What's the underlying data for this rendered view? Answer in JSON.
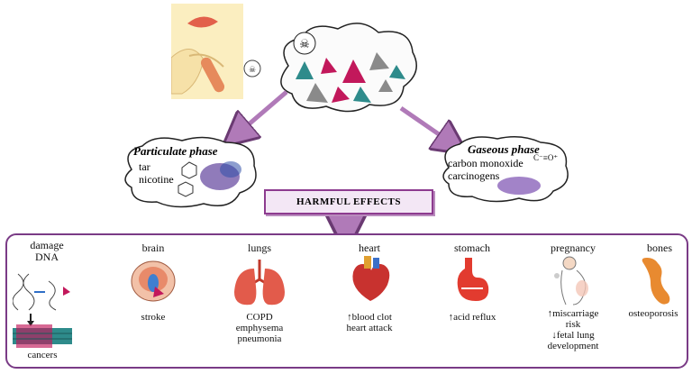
{
  "phases": {
    "particulate": {
      "title": "Particulate phase",
      "items": [
        "tar",
        "nicotine"
      ]
    },
    "gaseous": {
      "title": "Gaseous phase",
      "items": [
        "carbon monoxide",
        "carcinogens"
      ],
      "formula": "C⁻≡O⁺"
    }
  },
  "harmful_effects_label": "HARMFUL EFFECTS",
  "effects": [
    {
      "organ": "damage\nDNA",
      "caption": "cancers"
    },
    {
      "organ": "brain",
      "caption": "stroke"
    },
    {
      "organ": "lungs",
      "caption": "COPD\nemphysema\npneumonia"
    },
    {
      "organ": "heart",
      "caption": "↑blood clot\nheart attack"
    },
    {
      "organ": "stomach",
      "caption": "↑acid reflux"
    },
    {
      "organ": "pregnancy",
      "caption": "↑miscarriage\nrisk\n↓fetal lung\ndevelopment"
    },
    {
      "organ": "bones",
      "caption": "osteoporosis"
    }
  ],
  "colors": {
    "frame": "#7a3b86",
    "arrow": "#b07ab8",
    "teal": "#2e8b8b",
    "crimson": "#c2185b",
    "gray": "#8a8a8a"
  }
}
